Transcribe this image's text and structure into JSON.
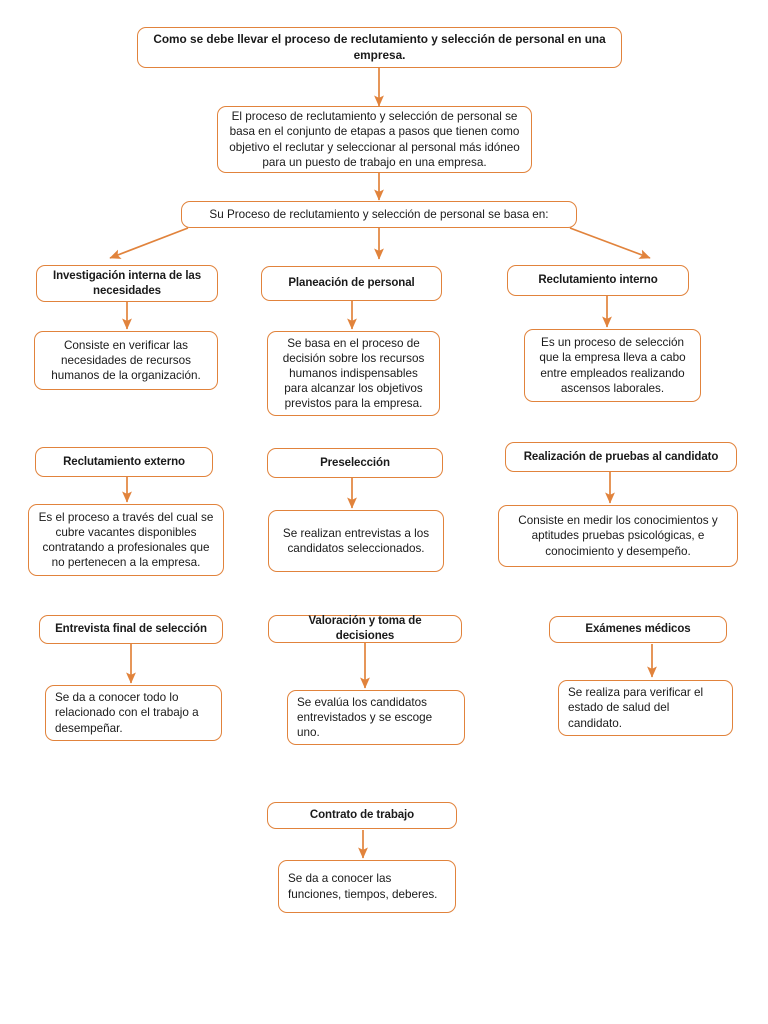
{
  "document": {
    "title": "Como se debe llevar el proceso de reclutamiento y selección de personal en una empresa.",
    "type": "flowchart",
    "accent_color": "#E1833C",
    "background_color": "#FFFFFF",
    "text_color": "#1A1A1A"
  },
  "nodes": {
    "title": "Como se debe llevar el proceso de reclutamiento y selección de personal en una empresa.",
    "definition": "El proceso de reclutamiento y selección de personal se basa en el conjunto de etapas a pasos que tienen como objetivo el reclutar y seleccionar al personal más idóneo para un puesto de trabajo en una empresa.",
    "branch_header": "Su Proceso de reclutamiento y selección de personal se basa en:",
    "steps": [
      {
        "heading": "Investigación interna de las necesidades",
        "body": "Consiste en verificar las necesidades de recursos humanos de la organización."
      },
      {
        "heading": "Planeación de personal",
        "body": "Se basa en el proceso de decisión sobre los recursos humanos indispensables para alcanzar los objetivos previstos para la empresa."
      },
      {
        "heading": "Reclutamiento interno",
        "body": "Es un proceso de selección que la empresa lleva a cabo entre empleados realizando ascensos laborales."
      },
      {
        "heading": "Reclutamiento externo",
        "body": "Es el proceso a través del cual se cubre vacantes disponibles contratando a profesionales que no pertenecen a la empresa."
      },
      {
        "heading": "Preselección",
        "body": "Se realizan entrevistas a los candidatos seleccionados."
      },
      {
        "heading": "Realización de pruebas al candidato",
        "body": "Consiste en medir los conocimientos y aptitudes pruebas psicológicas, e conocimiento y desempeño."
      },
      {
        "heading": "Entrevista final de selección",
        "body": "Se da a conocer todo lo relacionado con el trabajo a desempeñar."
      },
      {
        "heading": "Valoración y toma de decisiones",
        "body": "Se evalúa los candidatos entrevistados y se escoge uno."
      },
      {
        "heading": "Exámenes médicos",
        "body": "Se realiza para verificar el estado de salud del candidato."
      },
      {
        "heading": "Contrato de trabajo",
        "body": "Se da a conocer las funciones, tiempos, deberes."
      }
    ]
  }
}
